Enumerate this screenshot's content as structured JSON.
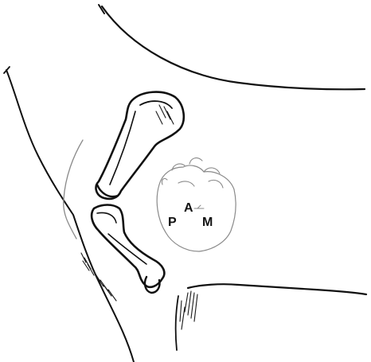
{
  "labels": {
    "p": "P",
    "a": "A",
    "m": "M"
  },
  "colors": {
    "ink": "#111111",
    "faint_outline": "#8a8a8a",
    "background": "#ffffff"
  }
}
